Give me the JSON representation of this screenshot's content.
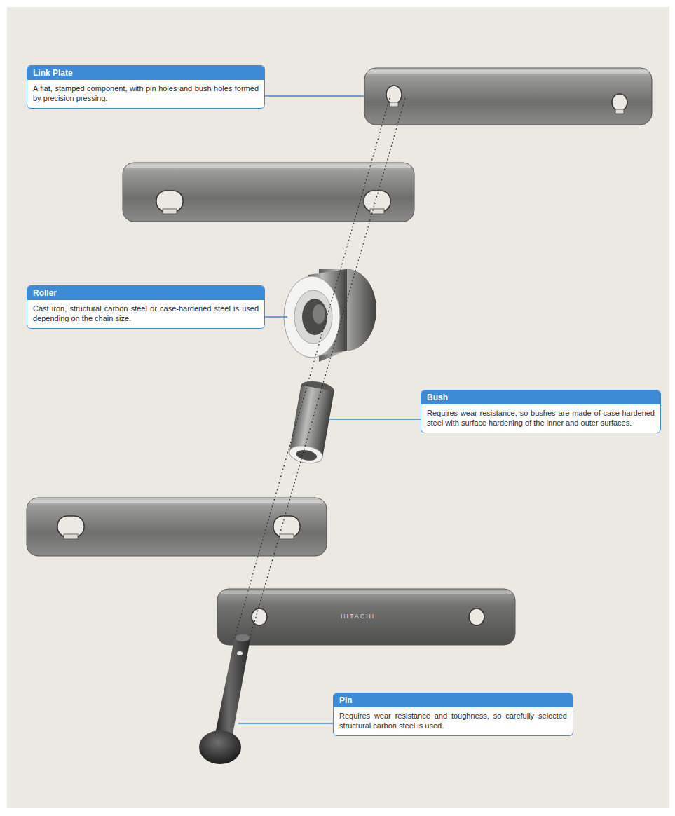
{
  "diagram": {
    "nodes": [
      {
        "text": [
          "Link Plate",
          "A flat, stamped component, with pin holes and bush holes formed by precision pressing."
        ]
      },
      {
        "text": [
          "Roller",
          "Cast iron, structural carbon steel or case-hardened steel is used depending on the chain size."
        ]
      },
      {
        "text": [
          "Bush",
          "Requires wear resistance, so bushes are made of case-hardened steel with surface hardening of the inner and outer surfaces."
        ]
      },
      {
        "text": [
          "Pin",
          "Requires wear resistance and toughness, so carefully selected structural carbon steel is used."
        ]
      }
    ],
    "labels": [
      "HITACHI"
    ]
  }
}
